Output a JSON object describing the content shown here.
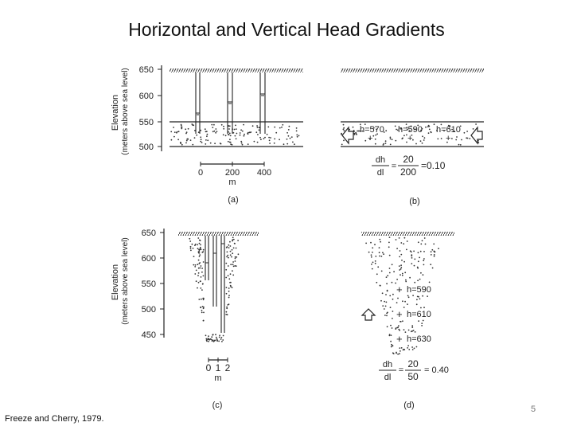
{
  "slide": {
    "title": "Horizontal and Vertical Head Gradients",
    "citation": "Freeze and Cherry, 1979.",
    "page_number": "5"
  },
  "panel_a": {
    "ylabel_line1": "Elevation",
    "ylabel_line2": "(meters above sea level)",
    "y_ticks": [
      "650",
      "600",
      "550",
      "500"
    ],
    "scale_ticks": [
      "0",
      "200",
      "400"
    ],
    "scale_unit": "m",
    "caption": "(a)"
  },
  "panel_b": {
    "heads": [
      "h=570",
      "h=590",
      "h=610"
    ],
    "gradient_lhs_num": "dh",
    "gradient_lhs_den": "dl",
    "gradient_eq": "=",
    "gradient_rhs_num": "20",
    "gradient_rhs_den": "200",
    "gradient_result": "=0.10",
    "caption": "(b)"
  },
  "panel_c": {
    "ylabel_line1": "Elevation",
    "ylabel_line2": "(meters above sea level)",
    "y_ticks": [
      "650",
      "600",
      "550",
      "500",
      "450"
    ],
    "scale_ticks": [
      "0",
      "1",
      "2"
    ],
    "scale_unit": "m",
    "caption": "(c)"
  },
  "panel_d": {
    "heads": [
      "h=590",
      "h=610",
      "h=630"
    ],
    "gradient_lhs_num": "dh",
    "gradient_lhs_den": "dl",
    "gradient_eq": "=",
    "gradient_rhs_num": "20",
    "gradient_rhs_den": "50",
    "gradient_result": "= 0.40",
    "caption": "(d)"
  }
}
